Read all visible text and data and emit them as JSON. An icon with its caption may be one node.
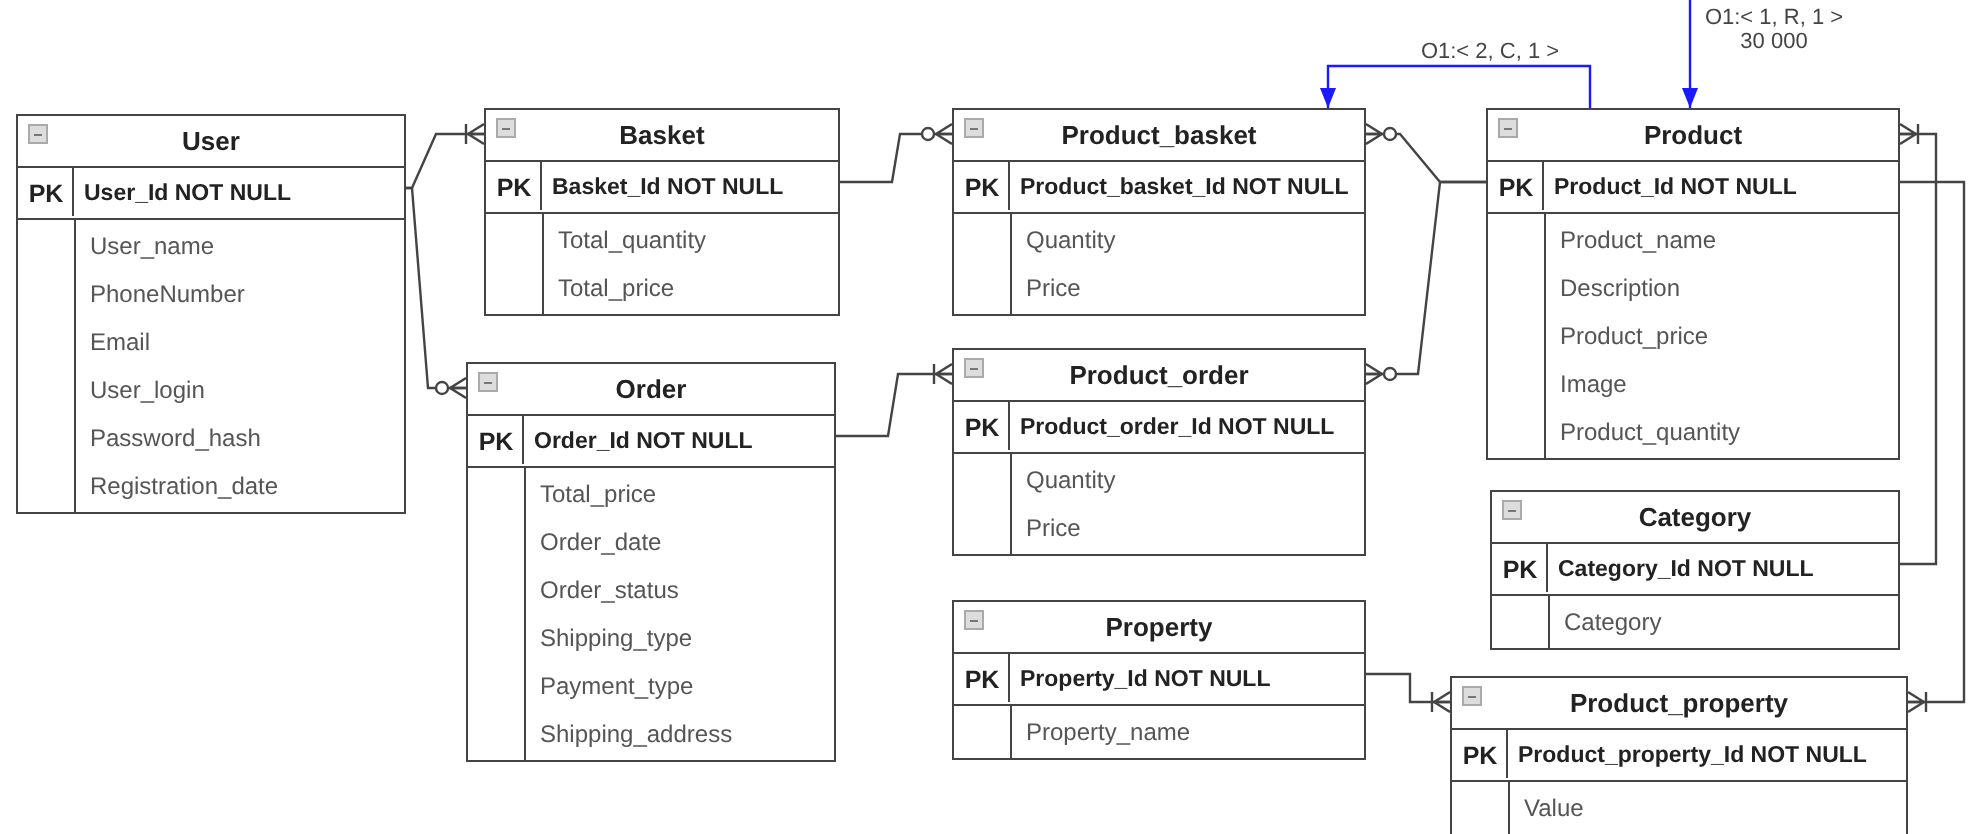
{
  "diagram": {
    "nodes": [
      {
        "text": [
          "User",
          "PK",
          "User_Id NOT NULL",
          "User_name",
          "PhoneNumber",
          "Email",
          "User_login",
          "Password_hash",
          "Registration_date"
        ]
      },
      {
        "text": [
          "Basket",
          "PK",
          "Basket_Id NOT NULL",
          "Total_quantity",
          "Total_price"
        ]
      },
      {
        "text": [
          "Order",
          "PK",
          "Order_Id NOT NULL",
          "Total_price",
          "Order_date",
          "Order_status",
          "Shipping_type",
          "Payment_type",
          "Shipping_address"
        ]
      },
      {
        "text": [
          "Product_basket",
          "PK",
          "Product_basket_Id NOT NULL",
          "Quantity",
          "Price"
        ]
      },
      {
        "text": [
          "Product_order",
          "PK",
          "Product_order_Id NOT NULL",
          "Quantity",
          "Price"
        ]
      },
      {
        "text": [
          "Property",
          "PK",
          "Property_Id NOT NULL",
          "Property_name"
        ]
      },
      {
        "text": [
          "Product",
          "PK",
          "Product_Id NOT NULL",
          "Product_name",
          "Description",
          "Product_price",
          "Image",
          "Product_quantity"
        ]
      },
      {
        "text": [
          "Category",
          "PK",
          "Category_Id NOT NULL",
          "Category"
        ]
      },
      {
        "text": [
          "Product_property",
          "PK",
          "Product_property_Id NOT NULL",
          "Value"
        ]
      }
    ],
    "edges": [
      {
        "from": 0,
        "to": 1,
        "arrow": "other"
      },
      {
        "from": 0,
        "to": 2,
        "arrow": "other"
      },
      {
        "from": 1,
        "to": 3,
        "arrow": "other"
      },
      {
        "from": 2,
        "to": 4,
        "arrow": "other"
      },
      {
        "from": 6,
        "to": 3,
        "arrow": "other"
      },
      {
        "from": 6,
        "to": 4,
        "arrow": "other"
      },
      {
        "from": 7,
        "to": 6,
        "arrow": "other"
      },
      {
        "from": 6,
        "to": 8,
        "arrow": "other"
      },
      {
        "from": 5,
        "to": 8,
        "arrow": "other"
      },
      {
        "from": 6,
        "to": 3,
        "arrow": "to",
        "label": "O1:< 2, C, 1 >",
        "color": "#1a1aff"
      },
      {
        "from": null,
        "to": 6,
        "arrow": "to",
        "label": "O1:< 1, R, 1 > 30 000",
        "color": "#1a1aff"
      }
    ]
  }
}
